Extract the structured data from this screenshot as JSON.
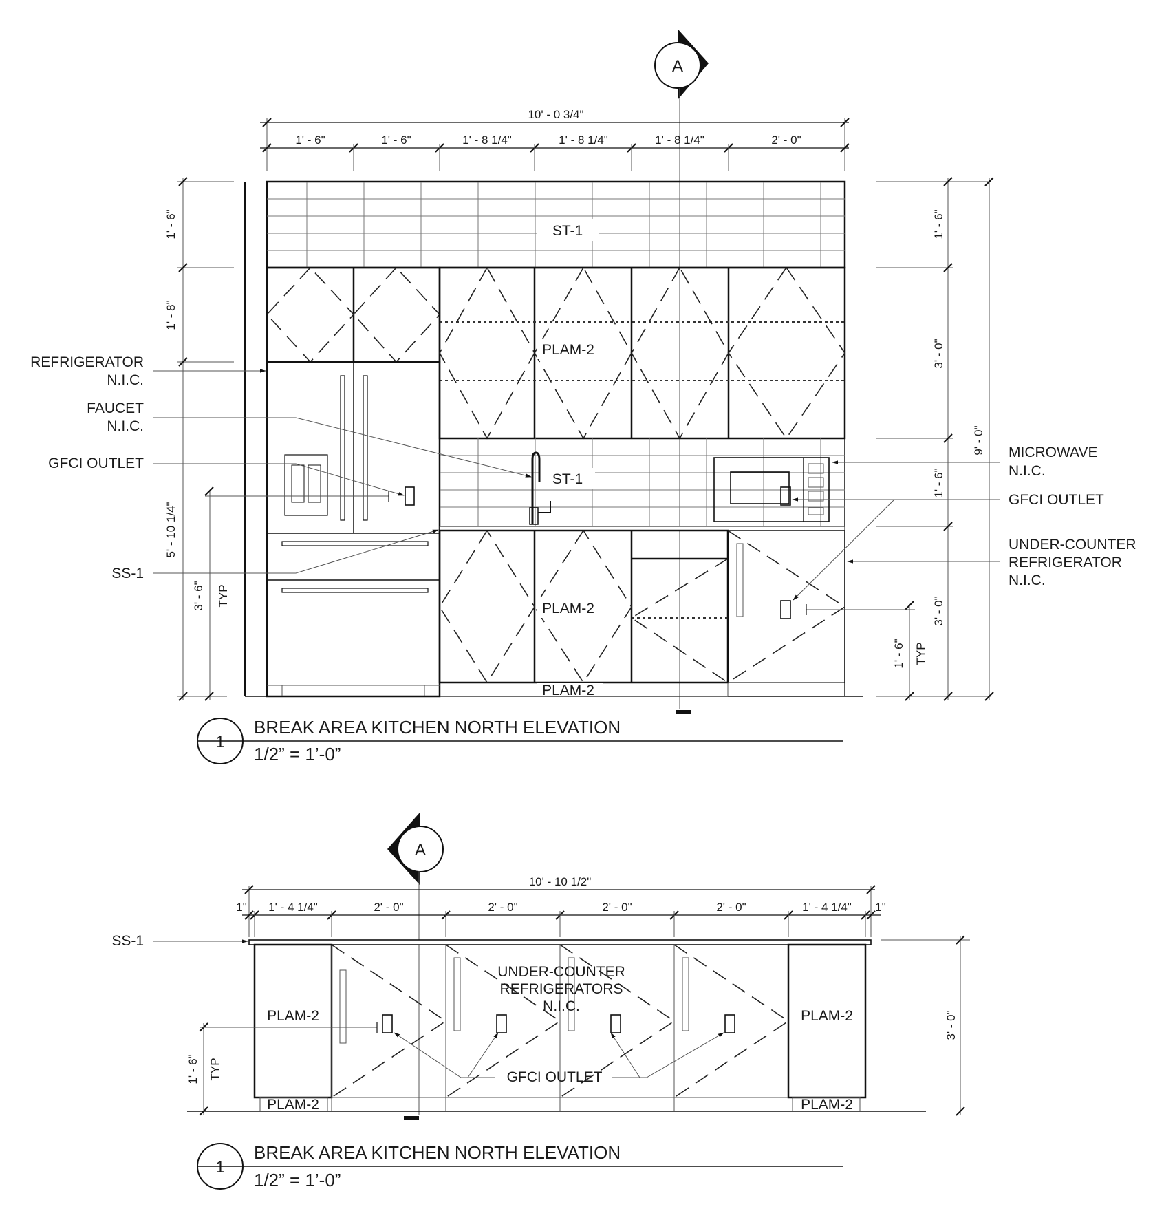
{
  "elevation_top": {
    "section_marker": "A",
    "overall_width": "10' - 0 3/4\"",
    "segments": [
      "1' - 6\"",
      "1' - 6\"",
      "1' - 8 1/4\"",
      "1' - 8 1/4\"",
      "1' - 8 1/4\"",
      "2' - 0\""
    ],
    "left_dims": [
      "1' - 6\"",
      "1' - 8\"",
      "5' - 10 1/4\"",
      "3' - 6\""
    ],
    "left_typ": "TYP",
    "right_dims": [
      "1' - 6\"",
      "3' - 0\"",
      "1' - 6\"",
      "3' - 0\"",
      "9' - 0\"",
      "1' - 6\""
    ],
    "right_typ": "TYP",
    "materials": {
      "st1_top": "ST-1",
      "plam_upper": "PLAM-2",
      "st1_backsplash": "ST-1",
      "plam_lower": "PLAM-2",
      "plam_base": "PLAM-2"
    },
    "callouts_left": {
      "refrigerator_1": "REFRIGERATOR",
      "refrigerator_2": "N.I.C.",
      "faucet_1": "FAUCET",
      "faucet_2": "N.I.C.",
      "gfci": "GFCI OUTLET",
      "ss1": "SS-1"
    },
    "callouts_right": {
      "microwave_1": "MICROWAVE",
      "microwave_2": "N.I.C.",
      "gfci": "GFCI OUTLET",
      "ucr_1": "UNDER-COUNTER",
      "ucr_2": "REFRIGERATOR",
      "ucr_3": "N.I.C."
    },
    "title_number": "1",
    "title": "BREAK AREA KITCHEN NORTH ELEVATION",
    "scale": "1/2” = 1’-0”"
  },
  "elevation_bottom": {
    "section_marker": "A",
    "overall_width": "10' - 10 1/2\"",
    "segments": [
      "1\"",
      "1' - 4 1/4\"",
      "2' - 0\"",
      "2' - 0\"",
      "2' - 0\"",
      "2' - 0\"",
      "1' - 4 1/4\"",
      "1\""
    ],
    "left_dim": "1' - 6\"",
    "left_typ": "TYP",
    "right_dim": "3' - 0\"",
    "ss1": "SS-1",
    "plam_left": "PLAM-2",
    "plam_right": "PLAM-2",
    "plam_base_left": "PLAM-2",
    "plam_base_right": "PLAM-2",
    "ucr_1": "UNDER-COUNTER",
    "ucr_2": "REFRIGERATORS",
    "ucr_3": "N.I.C.",
    "gfci": "GFCI OUTLET",
    "title_number": "1",
    "title": "BREAK AREA KITCHEN NORTH ELEVATION",
    "scale": "1/2” = 1’-0”"
  }
}
